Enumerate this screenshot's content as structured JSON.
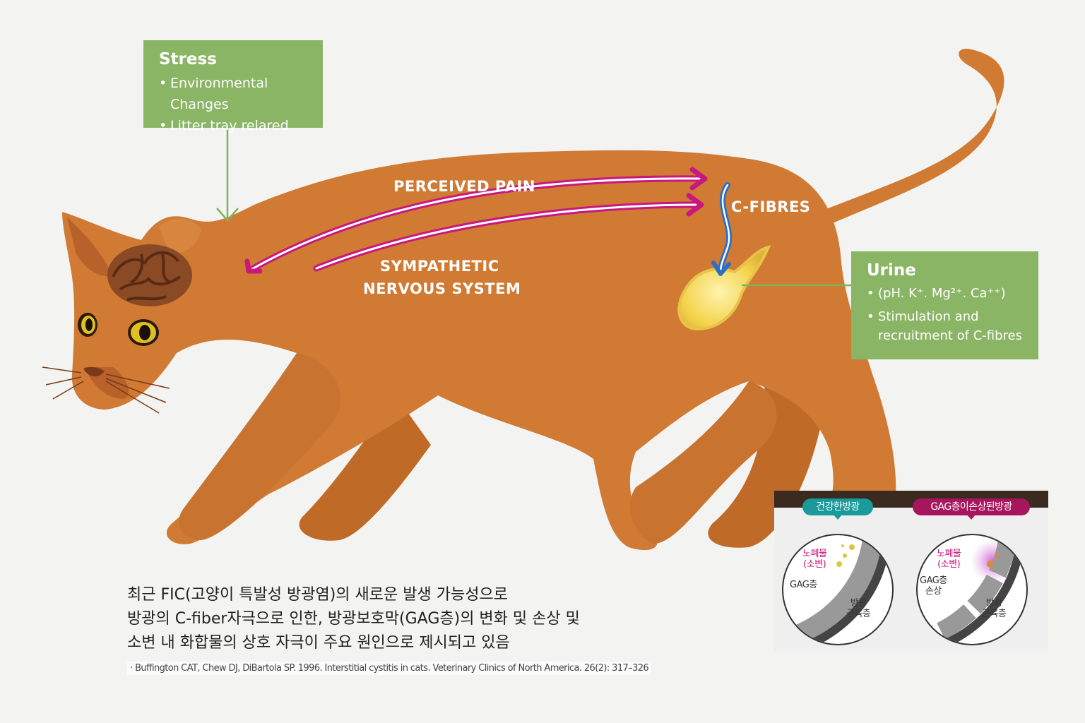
{
  "stress": {
    "title": "Stress",
    "items": [
      "Environmental Changes",
      "Litter tray relared"
    ]
  },
  "labels": {
    "perceived_pain": "PERCEIVED PAIN",
    "c_fibres": "C-FIBRES",
    "sympathetic_line1": "SYMPATHETIC",
    "sympathetic_line2": "NERVOUS SYSTEM"
  },
  "urine": {
    "title": "Urine",
    "ions": "(pH. K⁺. Mg²⁺. Ca⁺⁺)",
    "stimulation_line1": "Stimulation and",
    "stimulation_line2": "recruitment of C-fibres"
  },
  "caption": {
    "line1": "최근 FIC(고양이 특발성 방광염)의 새로운 발생 가능성으로",
    "line2": "방광의 C-fiber자극으로 인한, 방광보호막(GAG층)의 변화 및 손상 및",
    "line3": "소변 내 화합물의 상호 자극이 주요 원인으로 제시되고 있음"
  },
  "reference": "· Buffington CAT, Chew DJ, DiBartola SP. 1996. Interstitial cystitis in cats. Veterinary Clinics of North America. 26(2): 317–326",
  "inset": {
    "healthy_title": "건강한방광",
    "damaged_title": "GAG층이손상된방광",
    "waste_line1": "노폐물",
    "waste_line2": "(소변)",
    "gag_layer": "GAG층",
    "gag_damaged": "손상",
    "muscle_line1": "방광",
    "muscle_line2": "근육층"
  },
  "colors": {
    "background": "#f3f3f1",
    "cat_body": "#d07a33",
    "green_box": "#8ab565",
    "pain_arrow": "#c8177f",
    "c_fibre_arrow": "#2b6fc4",
    "bladder": "#f3d34a",
    "healthy_accent": "#1a9a9a",
    "damaged_accent": "#a8155f"
  }
}
